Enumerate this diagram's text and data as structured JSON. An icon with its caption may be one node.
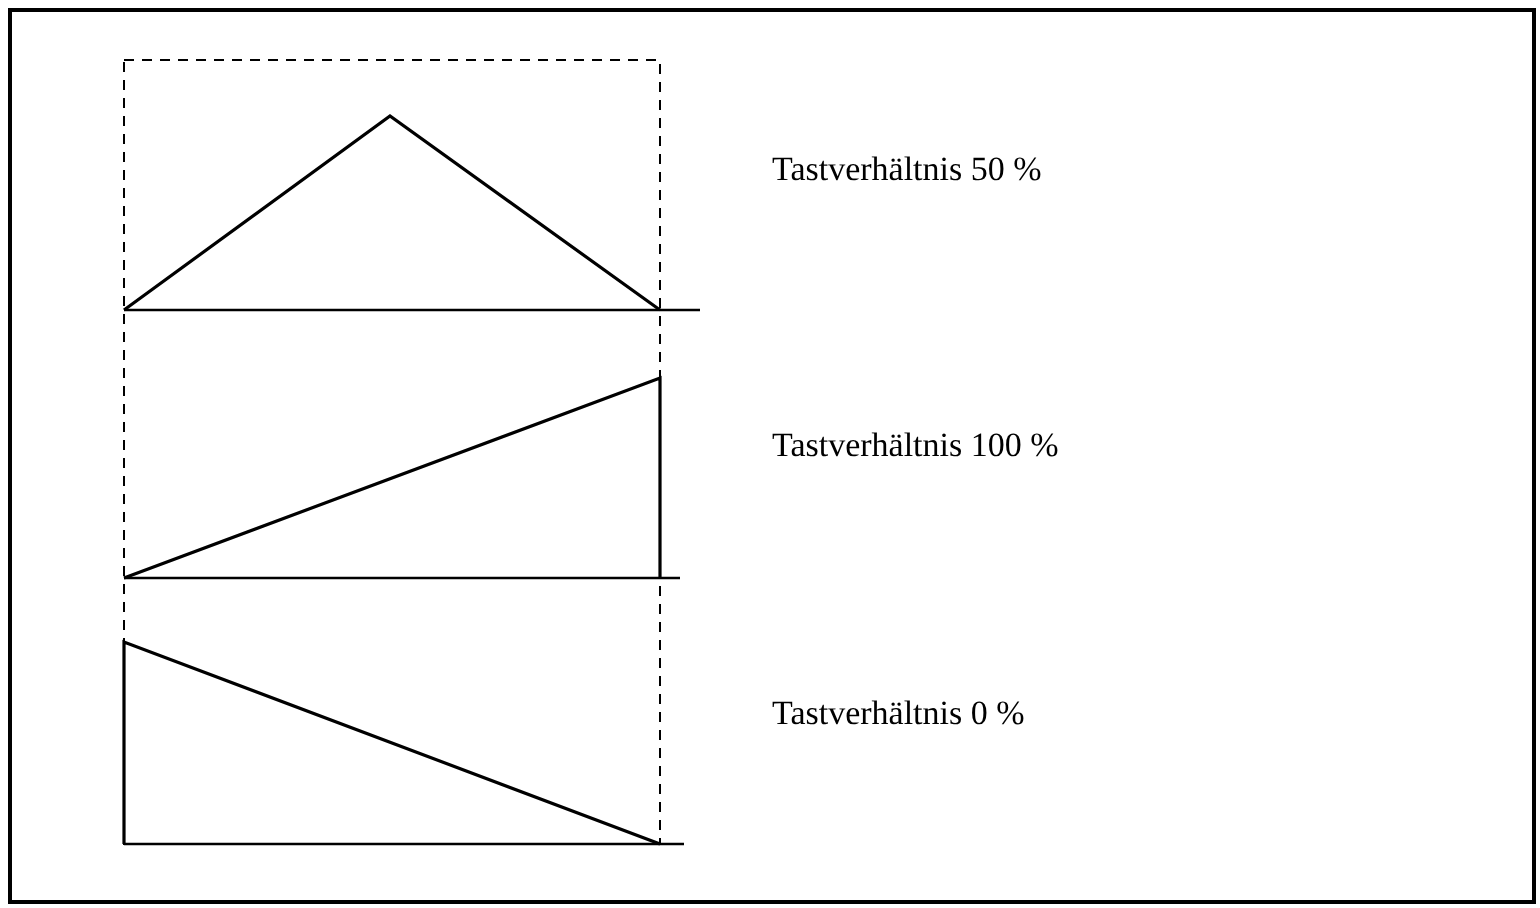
{
  "diagram": {
    "labels": [
      "Tastverhältnis 50 %",
      "Tastverhältnis 100 %",
      "Tastverhältnis 0 %"
    ]
  }
}
